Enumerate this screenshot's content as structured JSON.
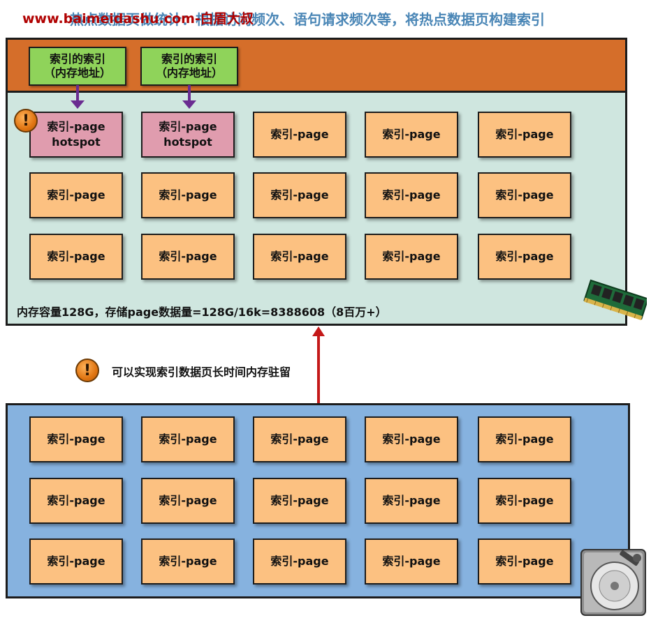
{
  "title": "热点数据页做统计：根据访问频次、语句请求频次等，将热点数据页构建索引",
  "watermark": "www.baimeidashu.com-白眉大叔",
  "memory": {
    "index_boxes": [
      {
        "line1": "索引的索引",
        "line2": "（内存地址）"
      },
      {
        "line1": "索引的索引",
        "line2": "（内存地址）"
      }
    ],
    "hot_pages": [
      {
        "label": "索引-page",
        "sub": "hotspot"
      },
      {
        "label": "索引-page",
        "sub": "hotspot"
      }
    ],
    "page_label": "索引-page",
    "capacity_text": "内存容量128G，存储page数据量=128G/16k=8388608（8百万+）"
  },
  "warning_glyph": "!",
  "resident_text": "可以实现索引数据页长时间内存驻留",
  "disk": {
    "page_label": "索引-page"
  },
  "colors": {
    "header_orange": "#d56e2a",
    "memory_bg": "#cfe6df",
    "disk_bg": "#86b2df",
    "page_orange": "#fcc181",
    "hot_pink": "#e09cae",
    "index_green": "#8fd35a",
    "arrow_purple": "#6a2c91",
    "arrow_red": "#c41919"
  },
  "icons": [
    "warning-icon",
    "ram-module-icon",
    "hard-disk-icon"
  ]
}
